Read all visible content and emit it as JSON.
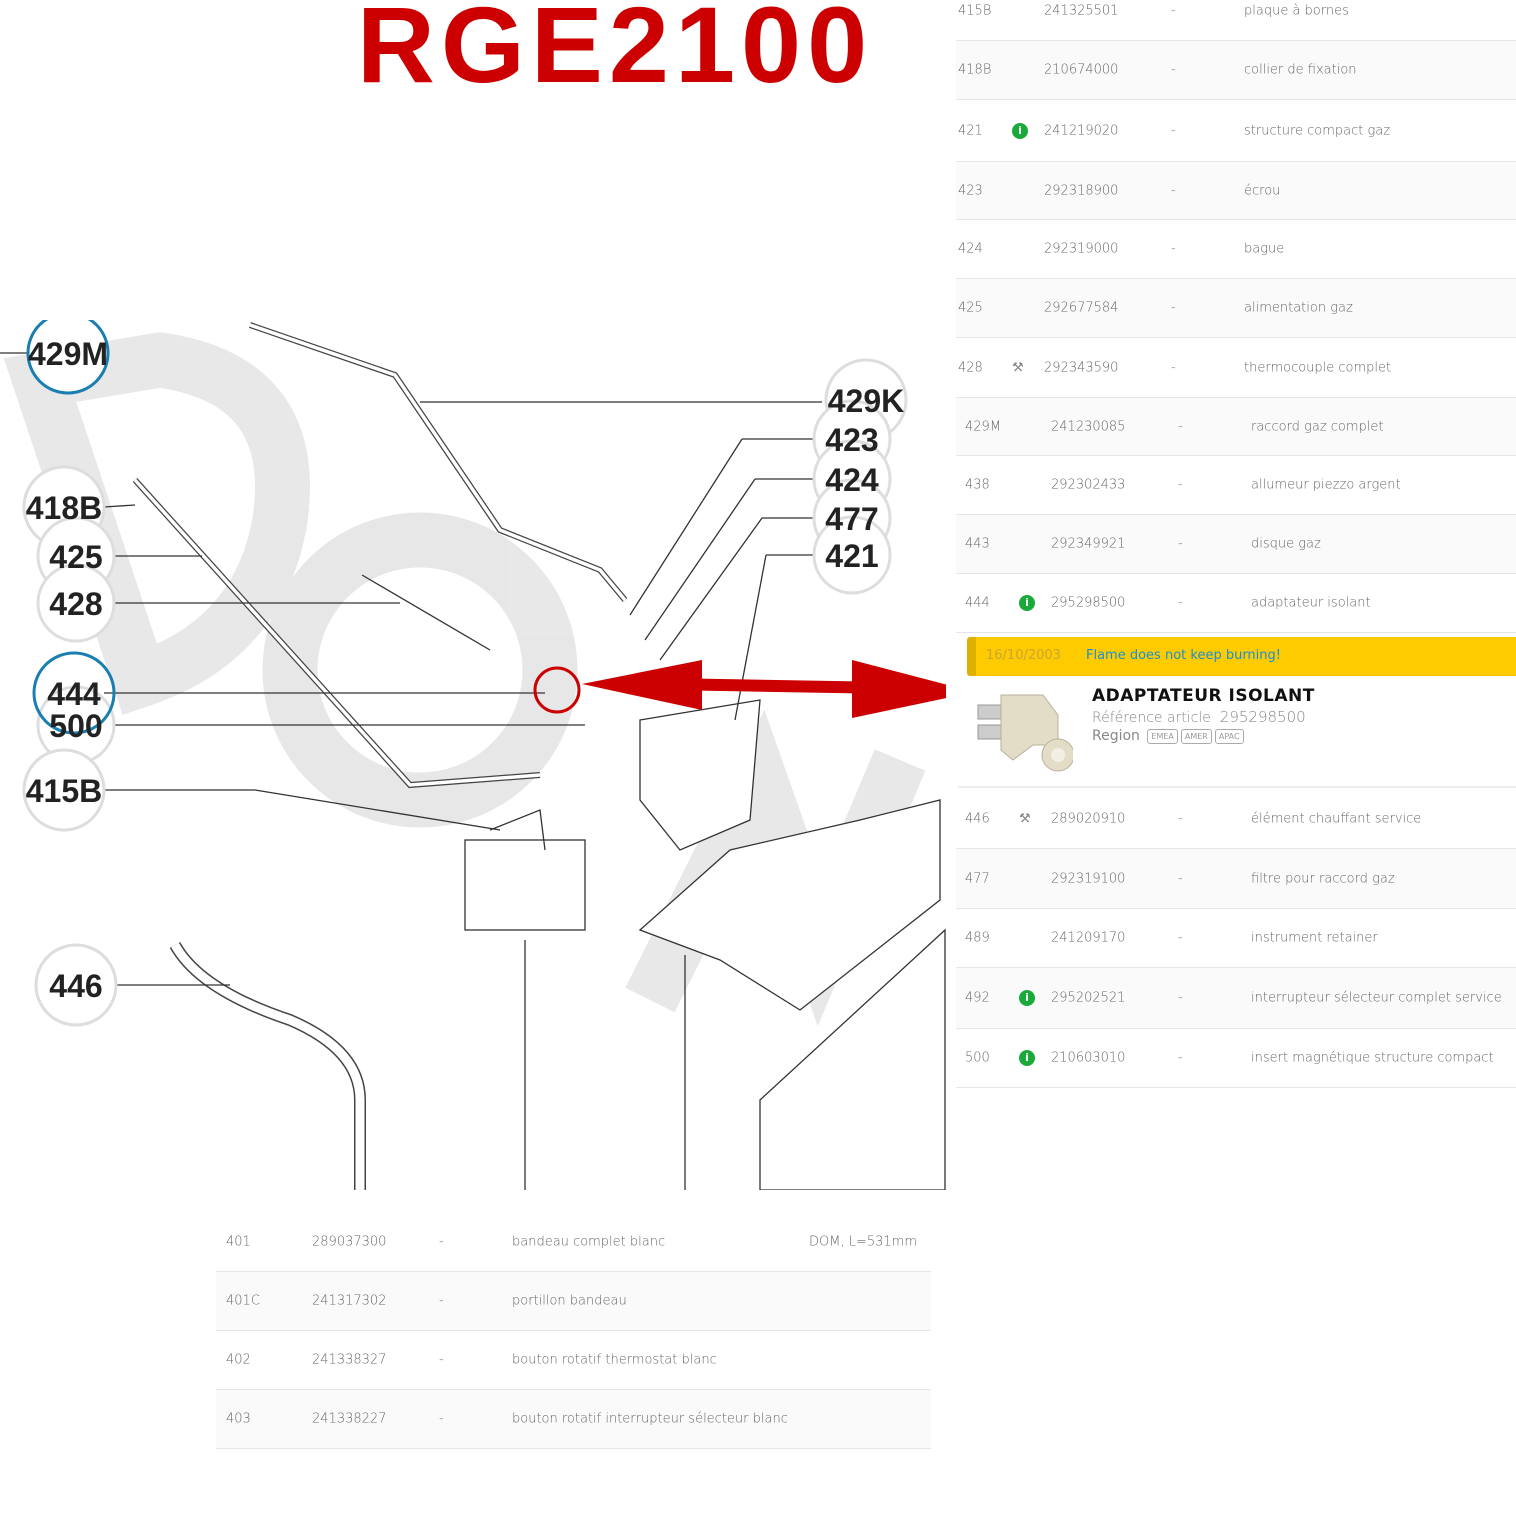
{
  "title": "RGE2100",
  "callouts": [
    "429M",
    "429K",
    "423",
    "424",
    "477",
    "421",
    "418B",
    "425",
    "428",
    "444",
    "500",
    "415B",
    "446"
  ],
  "parts_top": [
    {
      "num": "415B",
      "icon": "",
      "ref": "241325501",
      "dash": "-",
      "desc": "plaque à bornes"
    },
    {
      "num": "418B",
      "icon": "",
      "ref": "210674000",
      "dash": "-",
      "desc": "collier de fixation"
    },
    {
      "num": "421",
      "icon": "info-icon",
      "ref": "241219020",
      "dash": "-",
      "desc": "structure compact gaz"
    },
    {
      "num": "423",
      "icon": "",
      "ref": "292318900",
      "dash": "-",
      "desc": "écrou"
    },
    {
      "num": "424",
      "icon": "",
      "ref": "292319000",
      "dash": "-",
      "desc": "bague"
    },
    {
      "num": "425",
      "icon": "",
      "ref": "292677584",
      "dash": "-",
      "desc": "alimentation gaz"
    },
    {
      "num": "428",
      "icon": "service-tool-icon",
      "ref": "292343590",
      "dash": "-",
      "desc": "thermocouple complet"
    },
    {
      "num": "429M",
      "icon": "",
      "ref": "241230085",
      "dash": "-",
      "desc": "raccord gaz complet"
    },
    {
      "num": "438",
      "icon": "",
      "ref": "292302433",
      "dash": "-",
      "desc": "allumeur piezzo argent"
    },
    {
      "num": "443",
      "icon": "",
      "ref": "292349921",
      "dash": "-",
      "desc": "disque gaz"
    },
    {
      "num": "444",
      "icon": "info-icon",
      "ref": "295298500",
      "dash": "-",
      "desc": "adaptateur isolant"
    }
  ],
  "alert": {
    "date": "16/10/2003",
    "message": "Flame does not keep burning!"
  },
  "detail": {
    "name": "ADAPTATEUR ISOLANT",
    "ref_label": "Référence article",
    "ref": "295298500",
    "region_label": "Region",
    "regions": [
      "EMEA",
      "AMER",
      "APAC"
    ]
  },
  "parts_after": [
    {
      "num": "446",
      "icon": "service-tool-icon",
      "ref": "289020910",
      "dash": "-",
      "desc": "élément chauffant service"
    },
    {
      "num": "477",
      "icon": "",
      "ref": "292319100",
      "dash": "-",
      "desc": "filtre pour raccord gaz"
    },
    {
      "num": "489",
      "icon": "",
      "ref": "241209170",
      "dash": "-",
      "desc": "instrument retainer"
    },
    {
      "num": "492",
      "icon": "info-icon",
      "ref": "295202521",
      "dash": "-",
      "desc": "interrupteur sélecteur complet service"
    },
    {
      "num": "500",
      "icon": "info-icon",
      "ref": "210603010",
      "dash": "-",
      "desc": "insert magnétique structure compact"
    }
  ],
  "parts_bottom": [
    {
      "num": "401",
      "ref": "289037300",
      "dash": "-",
      "desc": "bandeau complet blanc",
      "note": "DOM, L=531mm"
    },
    {
      "num": "401C",
      "ref": "241317302",
      "dash": "-",
      "desc": "portillon bandeau",
      "note": ""
    },
    {
      "num": "402",
      "ref": "241338327",
      "dash": "-",
      "desc": "bouton rotatif thermostat blanc",
      "note": ""
    },
    {
      "num": "403",
      "ref": "241338227",
      "dash": "-",
      "desc": "bouton rotatif interrupteur sélecteur blanc",
      "note": ""
    }
  ],
  "colors": {
    "brand_red": "#cc0000",
    "alert": "#fdcb00",
    "info": "#1aaa3a",
    "link": "#1a8fd6",
    "highlight_circle": "#1a7fb0"
  }
}
